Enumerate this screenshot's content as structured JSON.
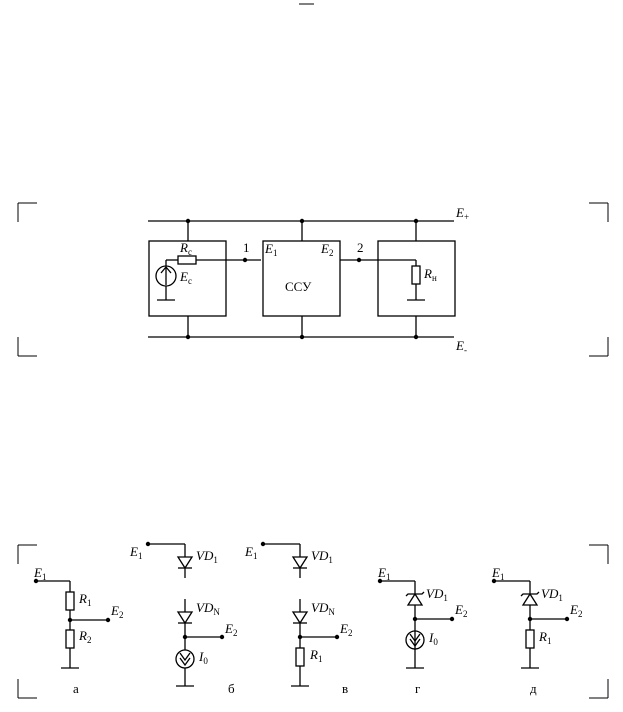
{
  "top_diagram": {
    "rail_plus": {
      "base": "E",
      "sub": "+"
    },
    "rail_minus": {
      "base": "E",
      "sub": "-"
    },
    "rc": {
      "base": "R",
      "sub": "c"
    },
    "ec": {
      "base": "E",
      "sub": "c"
    },
    "node1": "1",
    "node2": "2",
    "e1": {
      "base": "E",
      "sub": "1"
    },
    "e2": {
      "base": "E",
      "sub": "2"
    },
    "block": "ССУ",
    "rn": {
      "base": "R",
      "sub": "н"
    }
  },
  "bottom_diagrams": {
    "a": {
      "e1": {
        "base": "E",
        "sub": "1"
      },
      "r1": {
        "base": "R",
        "sub": "1"
      },
      "r2": {
        "base": "R",
        "sub": "2"
      },
      "e2": {
        "base": "E",
        "sub": "2"
      },
      "caption": "а"
    },
    "b": {
      "e1": {
        "base": "E",
        "sub": "1"
      },
      "vd1": {
        "base": "VD",
        "sub": "1"
      },
      "vdn": {
        "base": "VD",
        "sub": "N"
      },
      "e2": {
        "base": "E",
        "sub": "2"
      },
      "i0": {
        "base": "I",
        "sub": "0"
      },
      "caption": "б"
    },
    "v": {
      "e1": {
        "base": "E",
        "sub": "1"
      },
      "vd1": {
        "base": "VD",
        "sub": "1"
      },
      "vdn": {
        "base": "VD",
        "sub": "N"
      },
      "e2": {
        "base": "E",
        "sub": "2"
      },
      "r1": {
        "base": "R",
        "sub": "1"
      },
      "caption": "в"
    },
    "g": {
      "e1": {
        "base": "E",
        "sub": "1"
      },
      "vd1": {
        "base": "VD",
        "sub": "1"
      },
      "e2": {
        "base": "E",
        "sub": "2"
      },
      "i0": {
        "base": "I",
        "sub": "0"
      },
      "caption": "г"
    },
    "d": {
      "e1": {
        "base": "E",
        "sub": "1"
      },
      "vd1": {
        "base": "VD",
        "sub": "1"
      },
      "e2": {
        "base": "E",
        "sub": "2"
      },
      "r1": {
        "base": "R",
        "sub": "1"
      },
      "caption": "д"
    }
  }
}
